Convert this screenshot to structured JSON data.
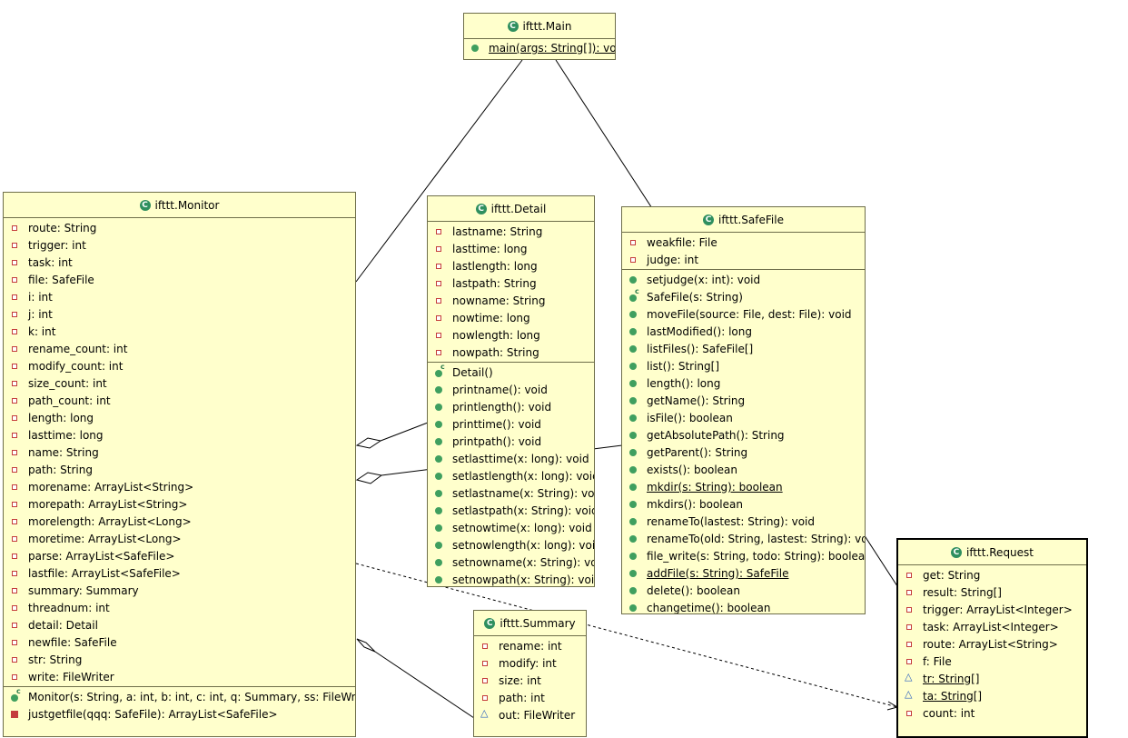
{
  "classes": {
    "main": {
      "title": "ifttt.Main",
      "methods": [
        "main(args: String[]): void"
      ]
    },
    "monitor": {
      "title": "ifttt.Monitor",
      "fields": [
        "route: String",
        "trigger: int",
        "task: int",
        "file: SafeFile",
        "i: int",
        "j: int",
        "k: int",
        "rename_count: int",
        "modify_count: int",
        "size_count: int",
        "path_count: int",
        "length: long",
        "lasttime: long",
        "name: String",
        "path: String",
        "morename: ArrayList<String>",
        "morepath: ArrayList<String>",
        "morelength: ArrayList<Long>",
        "moretime: ArrayList<Long>",
        "parse: ArrayList<SafeFile>",
        "lastfile: ArrayList<SafeFile>",
        "summary: Summary",
        "threadnum: int",
        "detail: Detail",
        "newfile: SafeFile",
        "str: String",
        "write: FileWriter"
      ],
      "methods": [
        "Monitor(s: String, a: int, b: int, c: int, q: Summary, ss: FileWriter)",
        "justgetfile(qqq: SafeFile): ArrayList<SafeFile>"
      ]
    },
    "detail": {
      "title": "ifttt.Detail",
      "fields": [
        "lastname: String",
        "lasttime: long",
        "lastlength: long",
        "lastpath: String",
        "nowname: String",
        "nowtime: long",
        "nowlength: long",
        "nowpath: String"
      ],
      "methods": [
        "Detail()",
        "printname(): void",
        "printlength(): void",
        "printtime(): void",
        "printpath(): void",
        "setlasttime(x: long): void",
        "setlastlength(x: long): void",
        "setlastname(x: String): void",
        "setlastpath(x: String): void",
        "setnowtime(x: long): void",
        "setnowlength(x: long): void",
        "setnowname(x: String): void",
        "setnowpath(x: String): void"
      ]
    },
    "safefile": {
      "title": "ifttt.SafeFile",
      "fields": [
        "weakfile: File",
        "judge: int"
      ],
      "methods": [
        "setjudge(x: int): void",
        "SafeFile(s: String)",
        "moveFile(source: File, dest: File): void",
        "lastModified(): long",
        "listFiles(): SafeFile[]",
        "list(): String[]",
        "length(): long",
        "getName(): String",
        "isFile(): boolean",
        "getAbsolutePath(): String",
        "getParent(): String",
        "exists(): boolean",
        "mkdir(s: String): boolean",
        "mkdirs(): boolean",
        "renameTo(lastest: String): void",
        "renameTo(old: String, lastest: String): void",
        "file_write(s: String, todo: String): boolean",
        "addFile(s: String): SafeFile",
        "delete(): boolean",
        "changetime(): boolean"
      ]
    },
    "summary": {
      "title": "ifttt.Summary",
      "fields": [
        "rename: int",
        "modify: int",
        "size: int",
        "path: int",
        "out: FileWriter"
      ]
    },
    "request": {
      "title": "ifttt.Request",
      "fields": [
        "get: String",
        "result: String[]",
        "trigger: ArrayList<Integer>",
        "task: ArrayList<Integer>",
        "route: ArrayList<String>",
        "f: File",
        "tr: String[]",
        "ta: String[]",
        "count: int"
      ]
    }
  },
  "class_icon_letter": "C",
  "colors": {
    "class_fill": "#ffffcc",
    "class_border": "#6e6e4a",
    "class_icon": "#2f8f5f",
    "field_icon": "#c43c3c",
    "method_icon": "#3f9f5f"
  }
}
